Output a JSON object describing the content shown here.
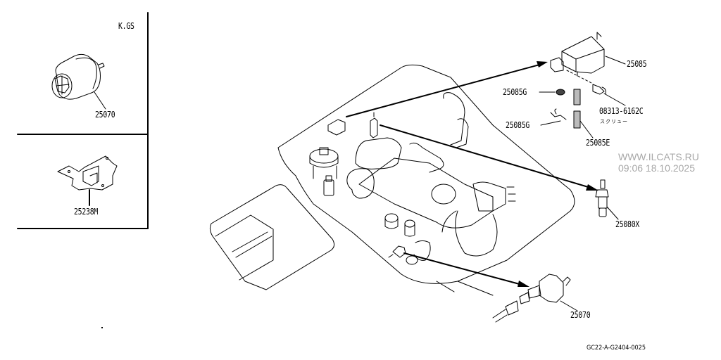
{
  "diagram": {
    "variant_label": "K.GS",
    "inset_parts": [
      {
        "part_number": "25070",
        "description": "oil pressure sender (K.GS variant)"
      },
      {
        "part_number": "25238M",
        "description": "bracket"
      }
    ],
    "callouts": {
      "relay": "25085",
      "grommet": "25085G",
      "clip": "25085G",
      "screw": "08313-6162C",
      "screw_jp": "スクリュー",
      "sleeve": "25085E",
      "temp_switch": "25080X",
      "oil_sender": "25070"
    },
    "watermark": {
      "line1": "WWW.ILCATS.RU",
      "line2": "09:06 18.10.2025"
    },
    "drawing_code": "GC22-A-G2404-0025"
  }
}
